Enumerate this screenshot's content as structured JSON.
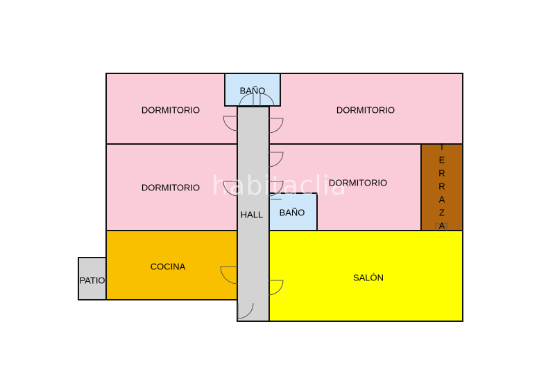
{
  "plan": {
    "rooms": [
      {
        "id": "dormitorio-top-left",
        "label": "DORMITORIO",
        "color": "#F9CCD8"
      },
      {
        "id": "bano-top",
        "label": "BAÑO",
        "color": "#CDE6F9"
      },
      {
        "id": "dormitorio-top-right",
        "label": "DORMITORIO",
        "color": "#F9CCD8"
      },
      {
        "id": "dormitorio-mid-left",
        "label": "DORMITORIO",
        "color": "#F9CCD8"
      },
      {
        "id": "dormitorio-mid-right",
        "label": "DORMITORIO",
        "color": "#F9CCD8"
      },
      {
        "id": "bano-mid",
        "label": "BAÑO",
        "color": "#CDE6F9"
      },
      {
        "id": "terraza",
        "label": "TERRAZA",
        "color": "#B0650E"
      },
      {
        "id": "hall",
        "label": "HALL",
        "color": "#D3D3D3"
      },
      {
        "id": "cocina",
        "label": "COCINA",
        "color": "#F9C000"
      },
      {
        "id": "patio",
        "label": "PATIO",
        "color": "#D3D3D3"
      },
      {
        "id": "salon",
        "label": "SALÓN",
        "color": "#FFFF00"
      }
    ],
    "watermark": "habitaclia"
  }
}
